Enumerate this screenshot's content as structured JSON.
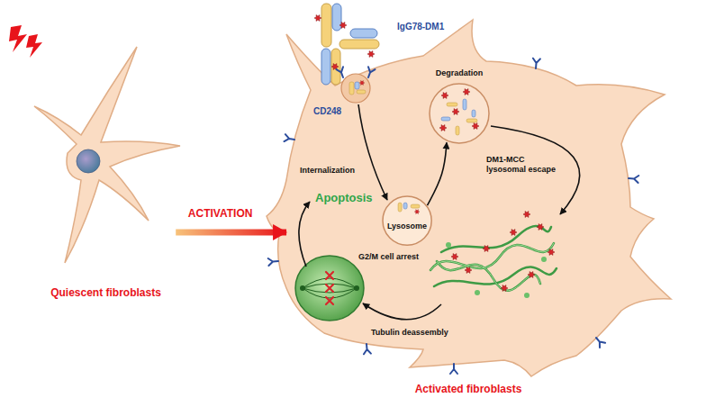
{
  "diagram": {
    "nodes": [
      {
        "text": [
          "Quiescent fibroblasts"
        ]
      },
      {
        "text": [
          "Activated fibroblasts"
        ]
      },
      {
        "text": [
          "Lysosome"
        ],
        "in": 1
      },
      {
        "text": [
          "Degradation"
        ],
        "in": 1
      }
    ],
    "edges": [
      {
        "from": 0,
        "to": 1,
        "arrow": "to",
        "label": "ACTIVATION"
      },
      {
        "from": 2,
        "to": 3,
        "arrow": "to"
      }
    ],
    "labels": [
      "IgG78-DM1",
      "CD248",
      "Internalization",
      "DM1-MCC lysosomal escape",
      "Tubulin deassembly",
      "G2/M cell arrest",
      "Apoptosis"
    ]
  }
}
